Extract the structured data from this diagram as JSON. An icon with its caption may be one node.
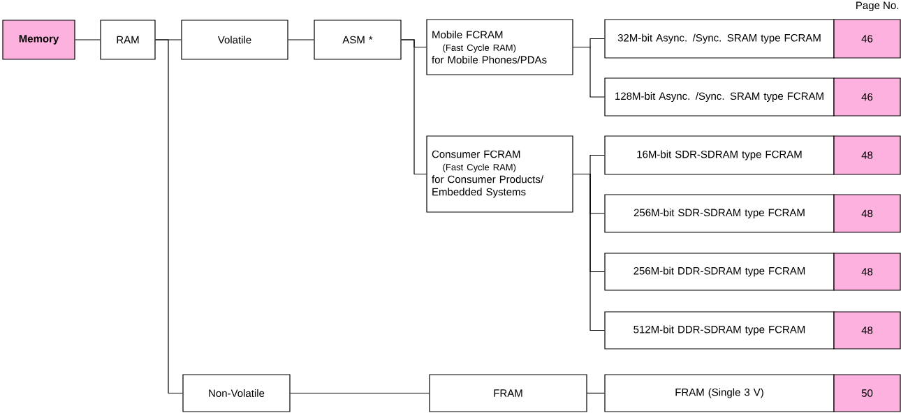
{
  "diagram": {
    "nodes": [
      {
        "text": [
          "Memory"
        ]
      },
      {
        "text": [
          "RAM"
        ]
      },
      {
        "text": [
          "Volatile"
        ]
      },
      {
        "text": [
          "ASM *"
        ]
      },
      {
        "text": [
          "Mobile FCRAM",
          "(Fast Cycle RAM)",
          "for Mobile Phones/PDAs"
        ]
      },
      {
        "text": [
          "32M-bit Async. /Sync. SRAM type FCRAM"
        ]
      },
      {
        "text": [
          "46"
        ]
      },
      {
        "text": [
          "128M-bit Async. /Sync. SRAM type FCRAM"
        ]
      },
      {
        "text": [
          "46"
        ]
      },
      {
        "text": [
          "Consumer FCRAM",
          "(Fast Cycle RAM)",
          "for Consumer Products/ Embedded Systems"
        ]
      },
      {
        "text": [
          "16M-bit SDR-SDRAM type FCRAM"
        ]
      },
      {
        "text": [
          "48"
        ]
      },
      {
        "text": [
          "256M-bit SDR-SDRAM type FCRAM"
        ]
      },
      {
        "text": [
          "48"
        ]
      },
      {
        "text": [
          "256M-bit DDR-SDRAM type FCRAM"
        ]
      },
      {
        "text": [
          "48"
        ]
      },
      {
        "text": [
          "512M-bit DDR-SDRAM type FCRAM"
        ]
      },
      {
        "text": [
          "48"
        ]
      },
      {
        "text": [
          "Non-Volatile"
        ]
      },
      {
        "text": [
          "FRAM"
        ]
      },
      {
        "text": [
          "FRAM (Single 3 V)"
        ]
      },
      {
        "text": [
          "50"
        ]
      }
    ],
    "edges": [
      {
        "from": 0,
        "to": 1,
        "arrow": "none"
      },
      {
        "from": 1,
        "to": 2,
        "arrow": "none"
      },
      {
        "from": 1,
        "to": 18,
        "arrow": "none"
      },
      {
        "from": 2,
        "to": 3,
        "arrow": "none"
      },
      {
        "from": 3,
        "to": 4,
        "arrow": "none"
      },
      {
        "from": 3,
        "to": 9,
        "arrow": "none"
      },
      {
        "from": 4,
        "to": 5,
        "arrow": "none"
      },
      {
        "from": 4,
        "to": 7,
        "arrow": "none"
      },
      {
        "from": 9,
        "to": 10,
        "arrow": "none"
      },
      {
        "from": 9,
        "to": 12,
        "arrow": "none"
      },
      {
        "from": 9,
        "to": 14,
        "arrow": "none"
      },
      {
        "from": 9,
        "to": 16,
        "arrow": "none"
      },
      {
        "from": 18,
        "to": 19,
        "arrow": "none"
      },
      {
        "from": 19,
        "to": 20,
        "arrow": "none"
      }
    ],
    "labels": [
      "Page No."
    ]
  }
}
